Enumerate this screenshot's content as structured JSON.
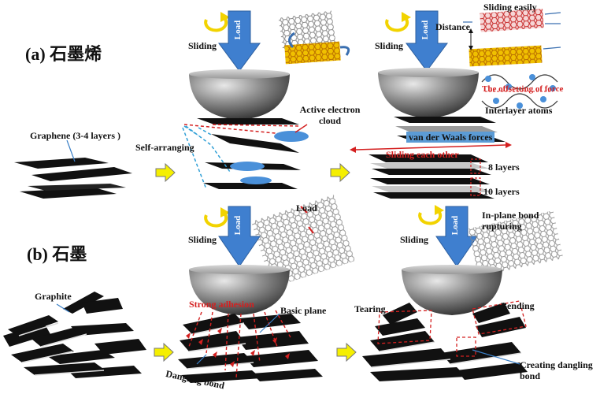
{
  "panel_a": {
    "label": "(a) 石墨烯",
    "graphene_label": "Graphene (3-4 layers )",
    "self_arranging": "Self-arranging",
    "sliding": "Sliding",
    "load": "Load",
    "active_electron_cloud": "Active electron cloud",
    "sliding_easily": "Sliding easily",
    "distance": "Distance",
    "offsetting": "The offsetting of force",
    "interlayer_atoms": "Interlayer atoms",
    "van_der_waals": "van der Waals forces",
    "sliding_each_other": "Sliding each other",
    "eight_layers": "8 layers",
    "ten_layers": "10 layers"
  },
  "panel_b": {
    "label": "(b) 石墨",
    "graphite_label": "Graphite",
    "sliding": "Sliding",
    "load": "Load",
    "strong_adhesion": "Strong adhesion",
    "basic_plane": "Basic plane",
    "dangling_bond": "Dangling bond",
    "tearing": "Tearing",
    "bending": "Bending",
    "in_plane_bond": "In-plane bond rupturing",
    "creating_dangling": "Creating dangling bond"
  },
  "colors": {
    "load_arrow": "#3f7fcf",
    "rotation_arrow": "#f2d300",
    "step_arrow": "#f5ef00",
    "accent_red": "#d42020",
    "cloud_blue": "#4a90d9"
  }
}
